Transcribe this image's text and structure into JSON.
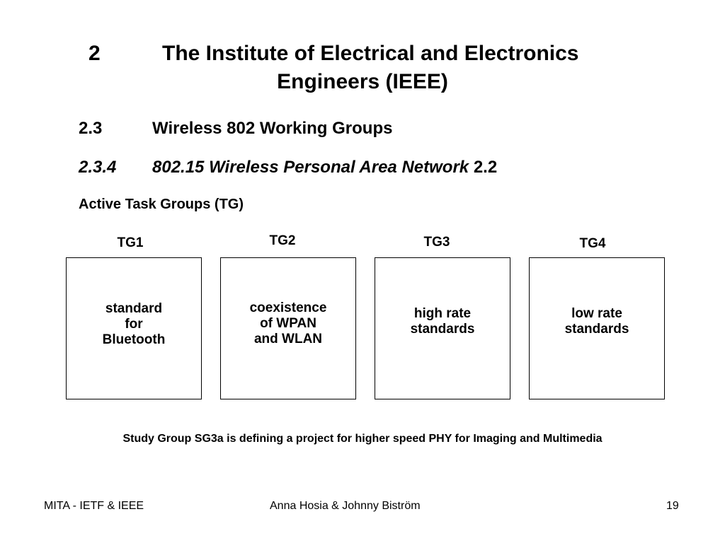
{
  "slide": {
    "title_number": "2",
    "title_line1": "The Institute of Electrical and Electronics",
    "title_line2": "Engineers (IEEE)",
    "section": {
      "number": "2.3",
      "text": "Wireless 802 Working Groups"
    },
    "subsection": {
      "number": "2.3.4",
      "text": "802.15 Wireless Personal Area Network",
      "suffix": "2.2"
    },
    "active_groups_heading": "Active Task Groups (TG)",
    "task_groups": [
      {
        "label": "TG1",
        "lines": [
          "standard",
          "for",
          "Bluetooth"
        ]
      },
      {
        "label": "TG2",
        "lines": [
          "coexistence",
          "of WPAN",
          "and WLAN"
        ]
      },
      {
        "label": "TG3",
        "lines": [
          "high rate",
          "standards"
        ]
      },
      {
        "label": "TG4",
        "lines": [
          "low rate",
          "standards"
        ]
      }
    ],
    "study_group_note": "Study Group SG3a is defining a project for higher speed PHY for Imaging and Multimedia"
  },
  "footer": {
    "left": "MITA - IETF & IEEE",
    "center": "Anna Hosia & Johnny Biström",
    "page_number": "19"
  }
}
